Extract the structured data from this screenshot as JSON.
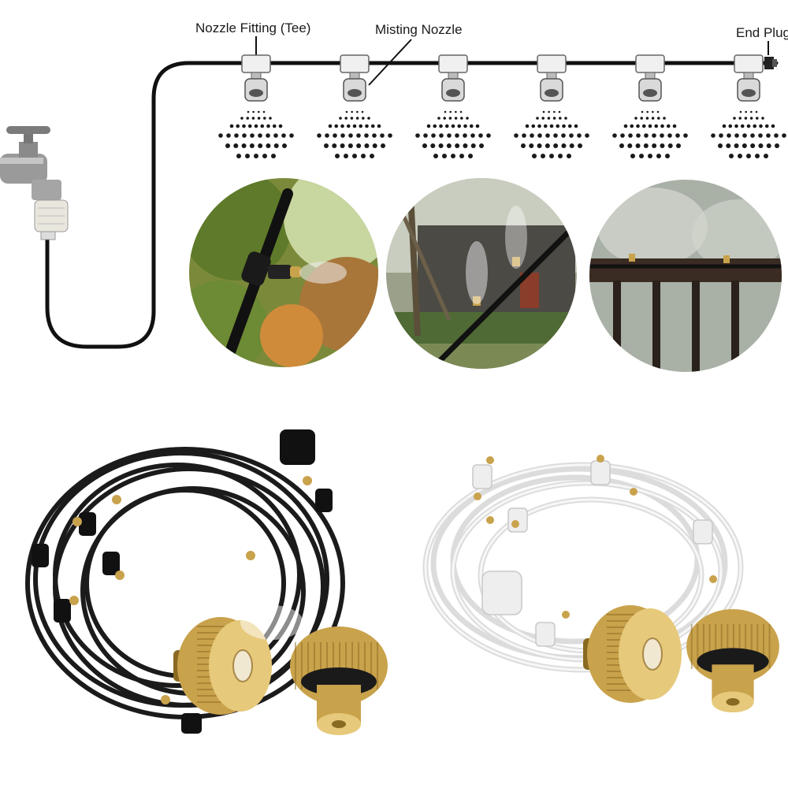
{
  "diagram": {
    "labels": {
      "nozzle_fitting": "Nozzle Fitting (Tee)",
      "misting_nozzle": "Misting Nozzle",
      "end_plug": "End Plug"
    },
    "nozzle_count": 6
  },
  "photos": [
    {
      "subject": "nozzle-on-tube-in-trees"
    },
    {
      "subject": "mist-line-near-house"
    },
    {
      "subject": "mist-line-on-railing"
    }
  ],
  "products": [
    {
      "tube_color": "black"
    },
    {
      "tube_color": "white"
    }
  ],
  "colors": {
    "tube_black": "#1b1b1b",
    "tube_white": "#f4f4f4",
    "brass": "#c9a24c",
    "brass_dark": "#8a6a22",
    "line": "#111111"
  }
}
